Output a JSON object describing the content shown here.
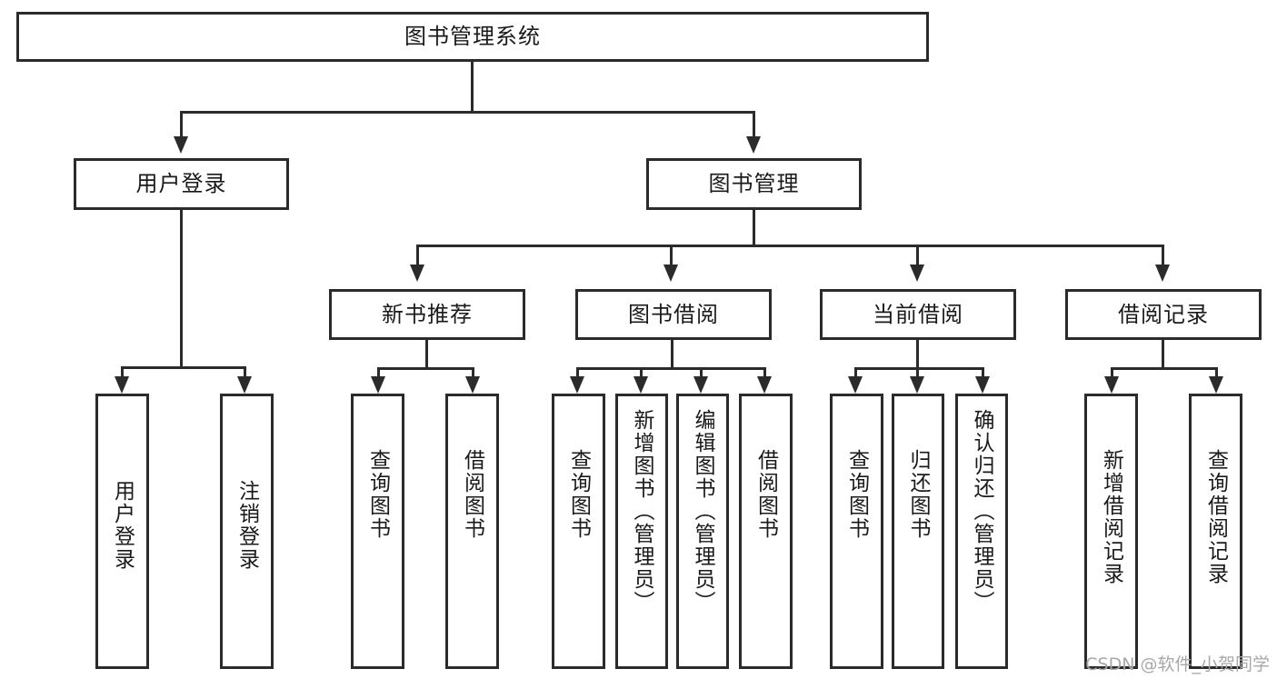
{
  "diagram": {
    "type": "tree",
    "title": "图书管理系统",
    "watermark": "CSDN @软件_小贺同学",
    "colors": {
      "stroke": "#2b2b2b",
      "fill": "#ffffff",
      "text": "#1a1a1a",
      "watermark": "#a8a8a8"
    },
    "levels": {
      "root": {
        "label": "图书管理系统"
      },
      "level2": [
        {
          "label": "用户登录"
        },
        {
          "label": "图书管理"
        }
      ],
      "level3": [
        {
          "label": "新书推荐"
        },
        {
          "label": "图书借阅"
        },
        {
          "label": "当前借阅"
        },
        {
          "label": "借阅记录"
        }
      ],
      "leaves": {
        "user_login": [
          {
            "label": "用户登录"
          },
          {
            "label": "注销登录"
          }
        ],
        "new_book_recommend": [
          {
            "label": "查询图书"
          },
          {
            "label": "借阅图书"
          }
        ],
        "book_borrow": [
          {
            "label": "查询图书"
          },
          {
            "label": "新增图书（管理员）"
          },
          {
            "label": "编辑图书（管理员）"
          },
          {
            "label": "借阅图书"
          }
        ],
        "current_borrow": [
          {
            "label": "查询图书"
          },
          {
            "label": "归还图书"
          },
          {
            "label": "确认归还（管理员）"
          }
        ],
        "borrow_records": [
          {
            "label": "新增借阅记录"
          },
          {
            "label": "查询借阅记录"
          }
        ]
      }
    }
  }
}
